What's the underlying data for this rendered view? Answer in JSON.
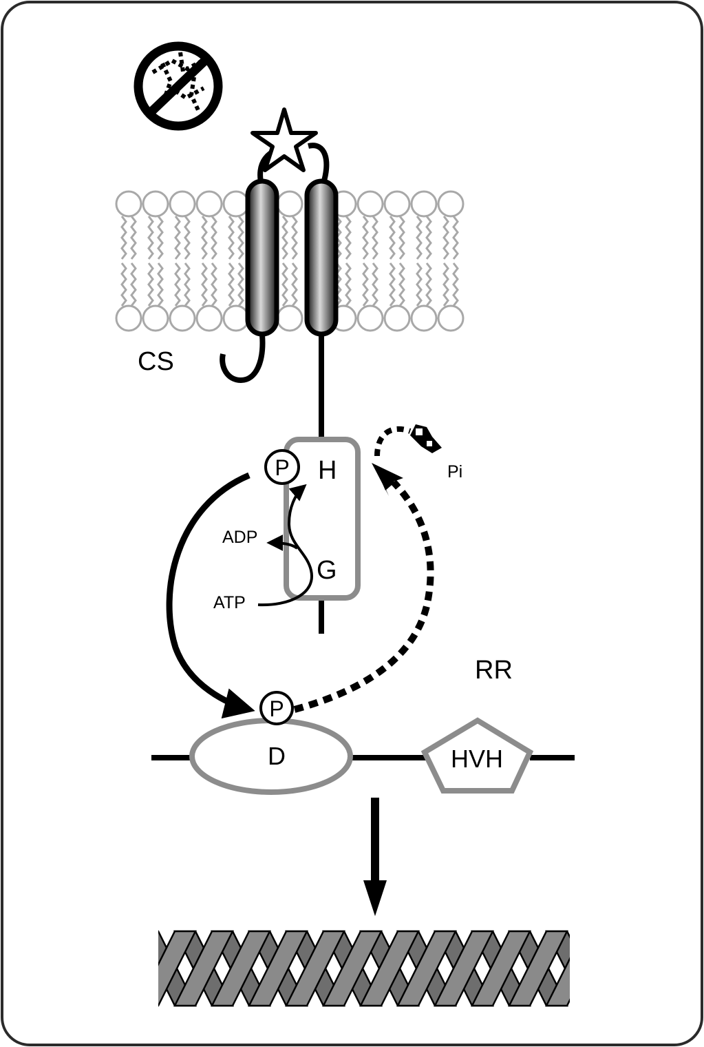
{
  "labels": {
    "sensor": "CS",
    "histidine": "H",
    "g_box": "G",
    "adp": "ADP",
    "atp": "ATP",
    "phospho_h": "P",
    "phospho_d": "P",
    "phosphate": "Pi",
    "regulator": "RR",
    "receiver": "D",
    "output": "HVH"
  },
  "colors": {
    "outline": "#000000",
    "domain_gray": "#8c8c8c",
    "lipid_gray": "#a8a8a8",
    "dna_fill": "#6e6e6e",
    "frame": "#2b2b2b"
  },
  "icons": {
    "no_signal": "prohibition-icon",
    "ligand": "star-icon",
    "dna": "dna-helix-icon"
  }
}
